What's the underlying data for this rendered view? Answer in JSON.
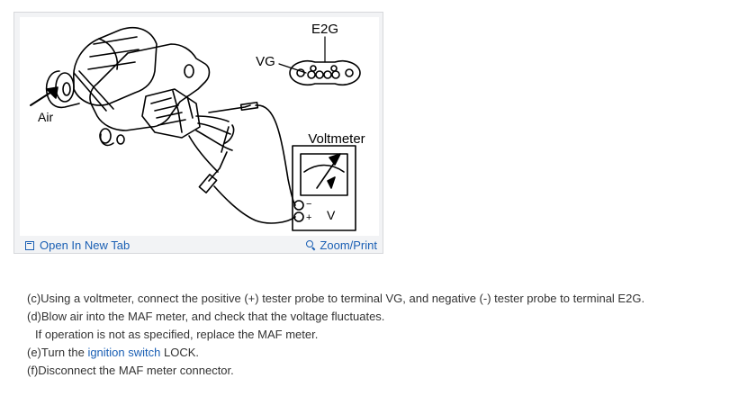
{
  "figure": {
    "labels": {
      "connector": "E2G",
      "terminal_vg": "VG",
      "air": "Air",
      "meter_title": "Voltmeter",
      "meter_unit": "V",
      "minus": "−",
      "plus": "+"
    },
    "open_tab_label": "Open In New Tab",
    "zoom_label": "Zoom/Print"
  },
  "steps": {
    "c": "(c)Using a voltmeter, connect the positive (+) tester probe to terminal VG, and negative (-) tester probe to terminal E2G.",
    "d": "(d)Blow air into the MAF meter, and check that the voltage fluctuates.",
    "d_note": "If operation is not as specified, replace the MAF meter.",
    "e_prefix": "(e)Turn the ",
    "e_link": "ignition switch",
    "e_suffix": " LOCK.",
    "f": "(f)Disconnect the MAF meter connector."
  },
  "colors": {
    "link": "#1a5fb4",
    "card_bg": "#f2f3f5",
    "text": "#333333"
  }
}
